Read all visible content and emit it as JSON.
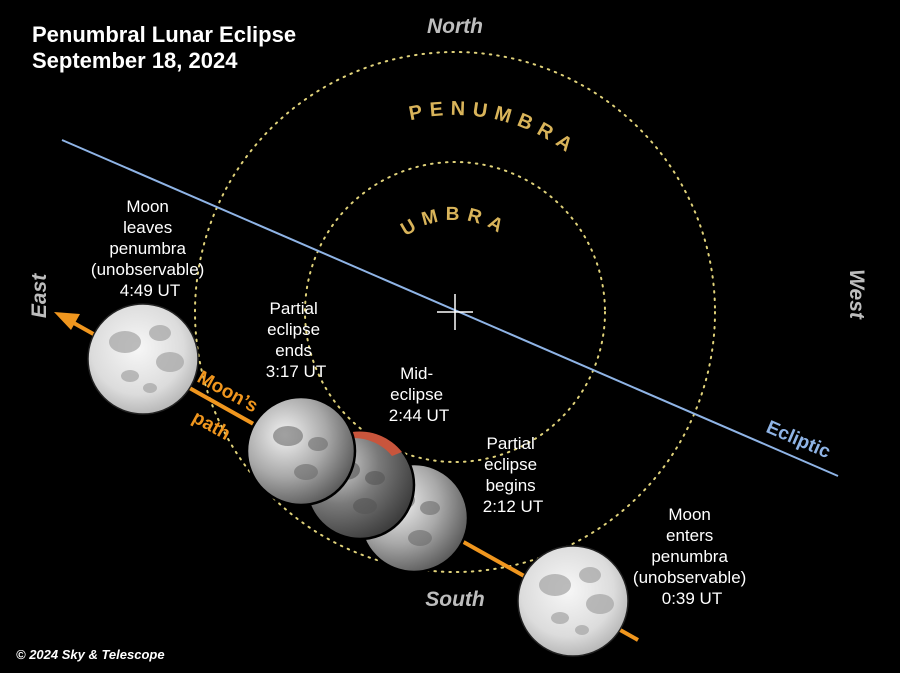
{
  "title": [
    "Penumbral Lunar Eclipse",
    "September 18, 2024"
  ],
  "directions": {
    "north": "North",
    "south": "South",
    "east": "East",
    "west": "West"
  },
  "shadow_labels": {
    "penumbra": "PENUMBRA",
    "umbra": "UMBRA"
  },
  "ecliptic_label": "Ecliptic",
  "moon_path_label": [
    "Moon’s",
    "path"
  ],
  "events": [
    {
      "id": "enters-penumbra",
      "lines": [
        "Moon",
        "enters",
        "penumbra",
        "(unobservable)",
        "0:39 UT"
      ]
    },
    {
      "id": "partial-begins",
      "lines": [
        "Partial",
        "eclipse",
        "begins",
        "2:12 UT"
      ]
    },
    {
      "id": "mid-eclipse",
      "lines": [
        "Mid-",
        "eclipse",
        "2:44 UT"
      ]
    },
    {
      "id": "partial-ends",
      "lines": [
        "Partial",
        "eclipse",
        "ends",
        "3:17 UT"
      ]
    },
    {
      "id": "leaves-penumbra",
      "lines": [
        "Moon",
        "leaves",
        "penumbra",
        "(unobservable)",
        "4:49 UT"
      ]
    }
  ],
  "credit": "© 2024 Sky & Telescope",
  "colors": {
    "background": "#000000",
    "title_text": "#ffffff",
    "direction_text": "#bdbdbd",
    "shadow_label": "#d9b45a",
    "shadow_circle": "#e0d27a",
    "ecliptic": "#8fb4e6",
    "moon_path": "#f0961e",
    "umbral_tint": "#c8553c",
    "event_text": "#ffffff"
  }
}
